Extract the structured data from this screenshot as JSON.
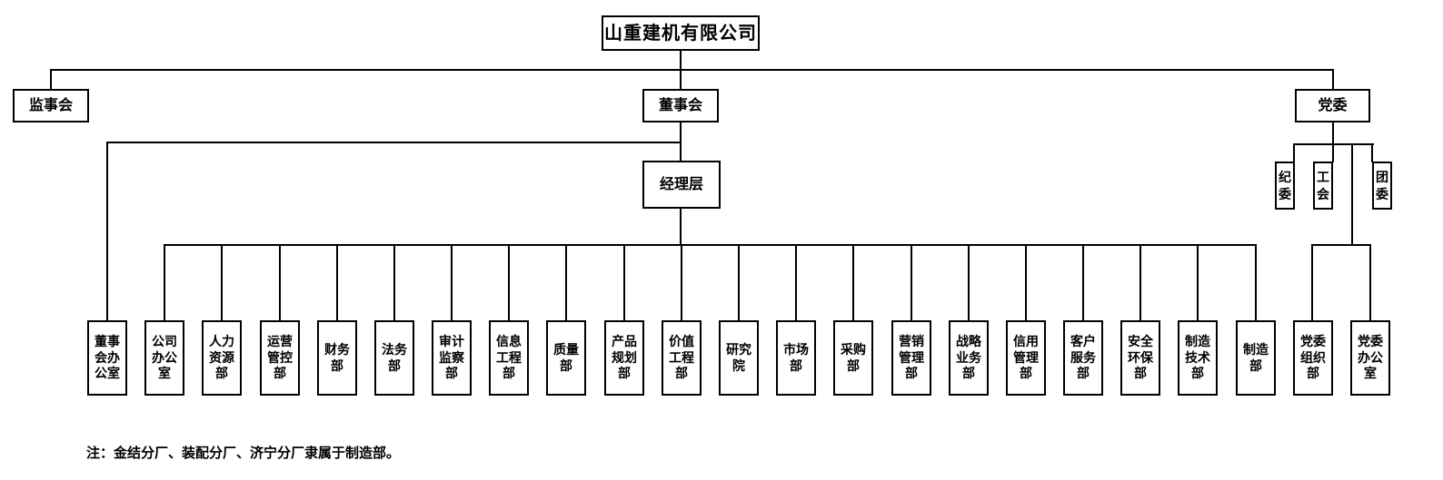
{
  "company": {
    "name": "山重建机有限公司"
  },
  "boards": {
    "supervisory": "监事会",
    "directors": "董事会",
    "party": "党委"
  },
  "management": {
    "label": "经理层"
  },
  "party_orgs": [
    "纪委",
    "工会",
    "团委"
  ],
  "departments": [
    "董事会办公室",
    "公司办公室",
    "人力资源部",
    "运营管控部",
    "财务部",
    "法务部",
    "审计监察部",
    "信息工程部",
    "质量部",
    "产品规划部",
    "价值工程部",
    "研究院",
    "市场部",
    "采购部",
    "营销管理部",
    "战略业务部",
    "信用管理部",
    "客户服务部",
    "安全环保部",
    "制造技术部",
    "制造部"
  ],
  "party_departments": [
    "党委组织部",
    "党委办公室"
  ],
  "note": "注：金结分厂、装配分厂、济宁分厂隶属于制造部。",
  "colors": {
    "line": "#000000",
    "background": "#ffffff",
    "text": "#000000"
  }
}
